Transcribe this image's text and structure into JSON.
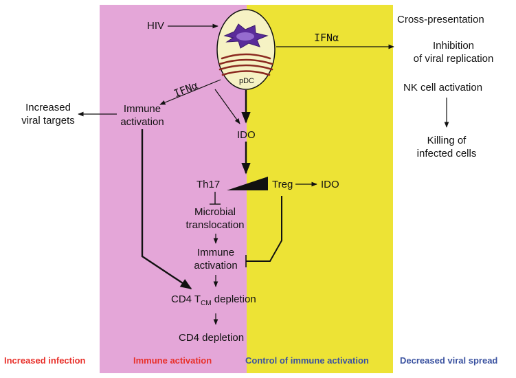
{
  "colors": {
    "pink_panel": "#e4a6d8",
    "yellow_panel": "#ede335",
    "red_footer": "#e8302a",
    "blue_footer": "#3a52a0",
    "cell_fill": "#f6f2c4",
    "nucleus": "#5a2c9a",
    "granules": "#8b2a20"
  },
  "labels": {
    "hiv": "HIV",
    "pdc": "pDC",
    "ifna_right": "IFNα",
    "ifna_left": "IFNα",
    "cross_presentation": "Cross-presentation",
    "inhibition": "Inhibition\nof viral replication",
    "nk_activation": "NK cell activation",
    "killing": "Killing of\ninfected cells",
    "increased_targets": "Increased\nviral targets",
    "immune_activation_top": "Immune\nactivation",
    "ido_center": "IDO",
    "th17": "Th17",
    "treg": "Treg",
    "ido_right": "IDO",
    "microbial": "Microbial\ntranslocation",
    "immune_activation_mid": "Immune\nactivation",
    "cd4_tcm_prefix": "CD4 T",
    "cd4_tcm_sub": "CM",
    "cd4_tcm_suffix": " depletion",
    "cd4_depletion": "CD4 depletion"
  },
  "footer": {
    "increased_infection": "Increased infection",
    "immune_activation": "Immune activation",
    "control": "Control of immune activation",
    "decreased_spread": "Decreased viral spread"
  }
}
